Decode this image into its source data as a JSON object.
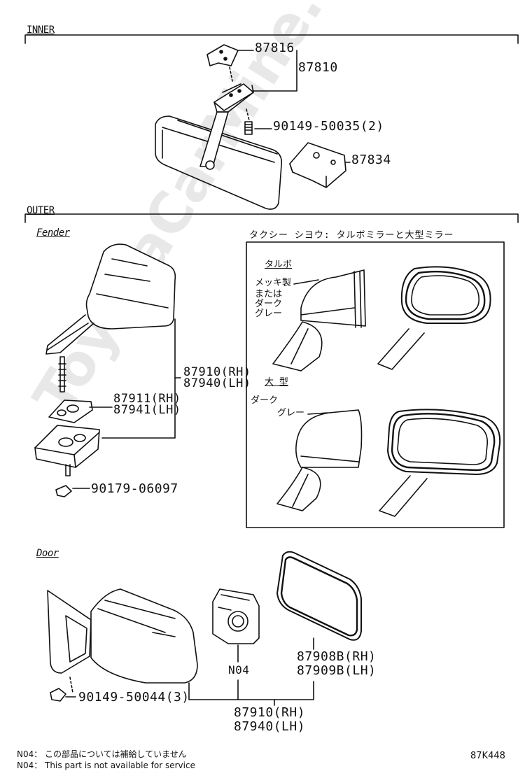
{
  "watermark": "ToyotaCarMine.ru",
  "sections": {
    "inner": "INNER",
    "outer": "OUTER",
    "fender": "Fender",
    "door": "Door"
  },
  "inner_parts": {
    "p87816": "87816",
    "p87810": "87810",
    "p90149_50035": "90149-50035(2)",
    "p87834": "87834"
  },
  "fender_parts": {
    "p87910rh": "87910(RH)",
    "p87940lh": "87940(LH)",
    "p87911rh": "87911(RH)",
    "p87941lh": "87941(LH)",
    "p90179": "90179-06097"
  },
  "taxi_box": {
    "title": "タクシー シヨウ:  タルボミラーと大型ミラー",
    "talbo": "タルボ",
    "mekki": "メッキ製",
    "mataha": "または",
    "daaku1": "ダーク",
    "gure1": "グレー",
    "oogata": "大 型",
    "daaku2": "ダーク",
    "gure2": "グレー"
  },
  "door_parts": {
    "p90149_50044": "90149-50044(3)",
    "n04": "N04",
    "p87908b": "87908B(RH)",
    "p87909b": "87909B(LH)",
    "p87910rh": "87910(RH)",
    "p87940lh": "87940(LH)"
  },
  "footer": {
    "note1": "N04： この部品については補給していません",
    "note2": "N04： This part is not available for service",
    "code": "87K448"
  }
}
